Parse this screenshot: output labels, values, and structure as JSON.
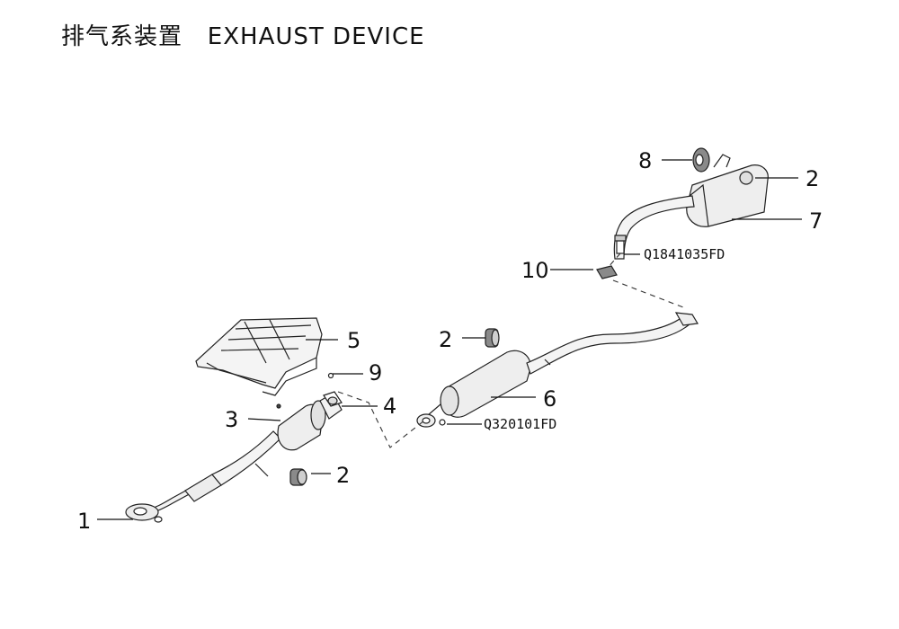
{
  "title": "排气系装置   EXHAUST DEVICE",
  "callouts": {
    "c1": "1",
    "c2a": "2",
    "c2b": "2",
    "c2c": "2",
    "c3": "3",
    "c4": "4",
    "c5": "5",
    "c6": "6",
    "c7": "7",
    "c8": "8",
    "c9": "9",
    "c10": "10"
  },
  "fasteners": {
    "rear_bolt": "Q1841035FD",
    "front_nut": "Q320101FD"
  }
}
